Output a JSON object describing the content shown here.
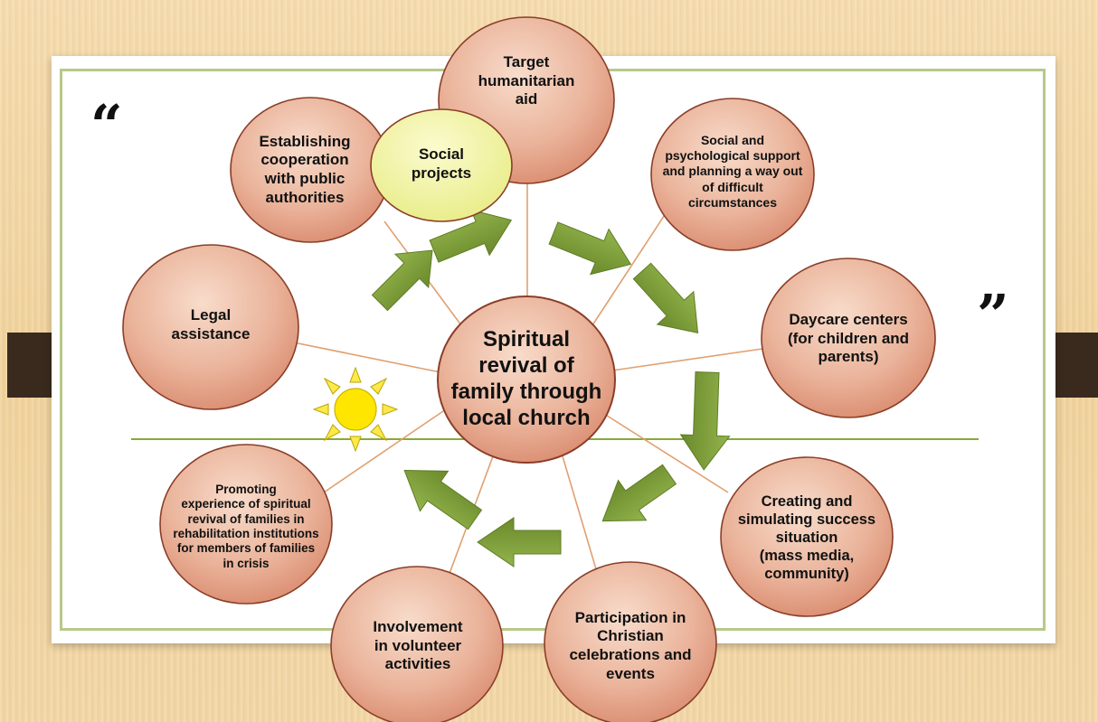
{
  "quotes": {
    "open": "“",
    "close": "”"
  },
  "center": {
    "label": "Spiritual\nrevival of\nfamily through\nlocal church"
  },
  "nodes": [
    {
      "id": "humanitarian",
      "label": "Target\nhumanitarian\naid"
    },
    {
      "id": "social-projects",
      "label": "Social\nprojects"
    },
    {
      "id": "cooperation",
      "label": "Establishing\ncooperation\nwith public\nauthorities"
    },
    {
      "id": "psych-support",
      "label": "Social and\npsychological support\nand planning a way out\nof difficult\ncircumstances"
    },
    {
      "id": "legal",
      "label": "Legal\nassistance"
    },
    {
      "id": "daycare",
      "label": "Daycare centers\n(for children and\nparents)"
    },
    {
      "id": "promoting",
      "label": "Promoting\nexperience of spiritual\nrevival of families in\nrehabilitation institutions\nfor members of families\nin crisis"
    },
    {
      "id": "success",
      "label": "Creating and\nsimulating success\nsituation\n(mass media,\ncommunity)"
    },
    {
      "id": "volunteer",
      "label": "Involvement\nin volunteer\nactivities"
    },
    {
      "id": "celebrations",
      "label": "Participation in\nChristian\ncelebrations and\nevents"
    }
  ],
  "colors": {
    "node_fill_light": "#f6d2c0",
    "node_fill_dark": "#d98a6e",
    "highlight_fill": "#f7f7a8",
    "arrow_fill": "#7a9a3a",
    "connector": "#e0a070",
    "horizon": "#8aa83a",
    "sun": "#ffe600"
  }
}
